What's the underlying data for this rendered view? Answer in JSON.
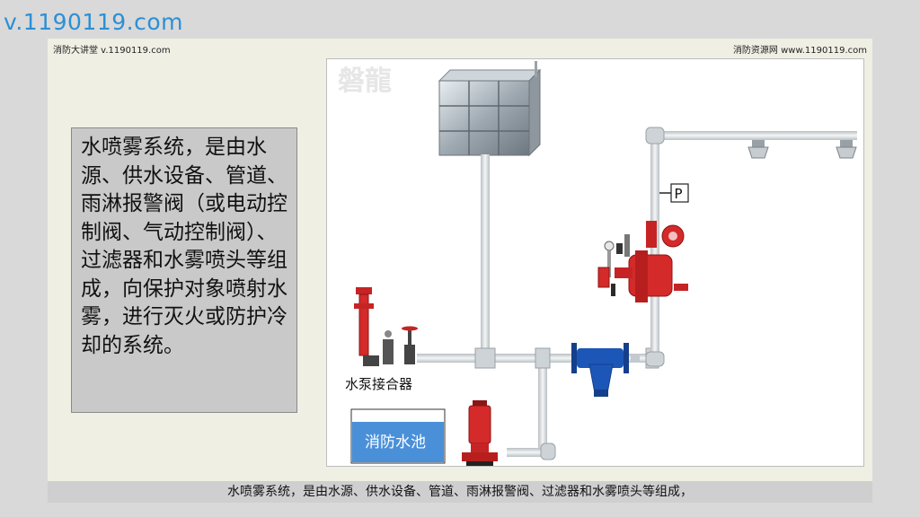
{
  "site_url": "v.1190119.com",
  "header": {
    "left": "消防大讲堂 v.1190119.com",
    "right": "消防资源网 www.1190119.com"
  },
  "description": "水喷雾系统，是由水源、供水设备、管道、雨淋报警阀（或电动控制阀、气动控制阀）、过滤器和水雾喷头等组成，向保护对象喷射水雾，进行灭火或防护冷却的系统。",
  "diagram": {
    "watermark": "磐龍",
    "pressure_label": "P",
    "pump_connector_label": "水泵接合器",
    "pool_label": "消防水池"
  },
  "subtitle": "水喷雾系统，是由水源、供水设备、管道、雨淋报警阀、过滤器和水雾喷头等组成，",
  "colors": {
    "pipe": "#d8dde0",
    "valve_red": "#d42a2a",
    "filter_blue": "#1c57b8",
    "pool_blue": "#4a90d9",
    "url_blue": "#2b8fd6"
  }
}
